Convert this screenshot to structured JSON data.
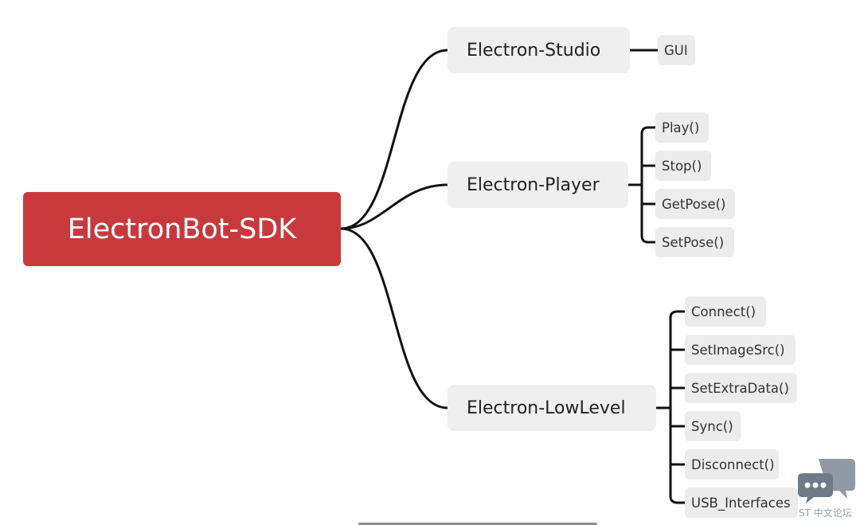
{
  "mindmap": {
    "root": "ElectronBot-SDK",
    "branches": [
      {
        "label": "Electron-Studio",
        "children": [
          "GUI"
        ]
      },
      {
        "label": "Electron-Player",
        "children": [
          "Play()",
          "Stop()",
          "GetPose()",
          "SetPose()"
        ]
      },
      {
        "label": "Electron-LowLevel",
        "children": [
          "Connect()",
          "SetImageSrc()",
          "SetExtraData()",
          "Sync()",
          "Disconnect()",
          "USB_Interfaces"
        ]
      }
    ]
  },
  "watermark": {
    "text": "ST 中文论坛",
    "icon": "chat-bubbles-icon"
  },
  "colors": {
    "root": "#c8393e",
    "node": "#efefef",
    "connector": "#111111"
  }
}
